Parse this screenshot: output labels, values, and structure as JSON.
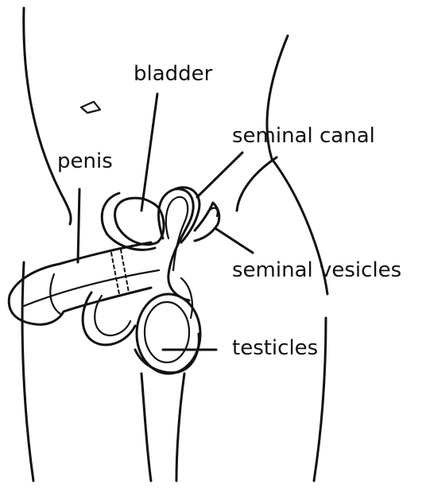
{
  "labels": {
    "bladder": "bladder",
    "penis": "penis",
    "seminal_canal": "seminal canal",
    "seminal_vesicles": "seminal vesicles",
    "testicles": "testicles"
  },
  "colors": {
    "ink": "#111111",
    "background": "#ffffff"
  }
}
